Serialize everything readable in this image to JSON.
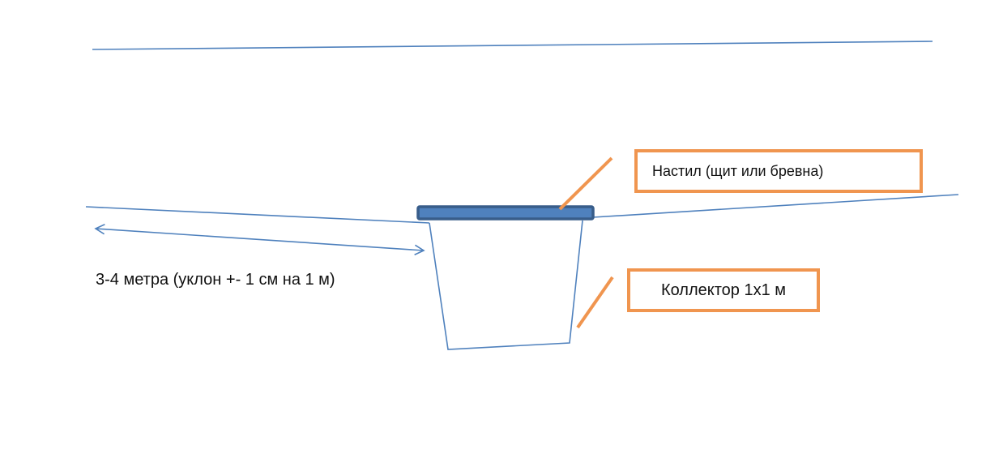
{
  "diagram": {
    "colors": {
      "line": "#4f81bd",
      "board_fill": "#4f81bd",
      "board_border": "#385d8a",
      "callout": "#f0954f"
    },
    "labels": {
      "deck": "Настил (щит или бревна)",
      "collector": "Коллектор 1х1 м",
      "distance": "3-4 метра (уклон +- 1 см на 1 м)"
    }
  }
}
